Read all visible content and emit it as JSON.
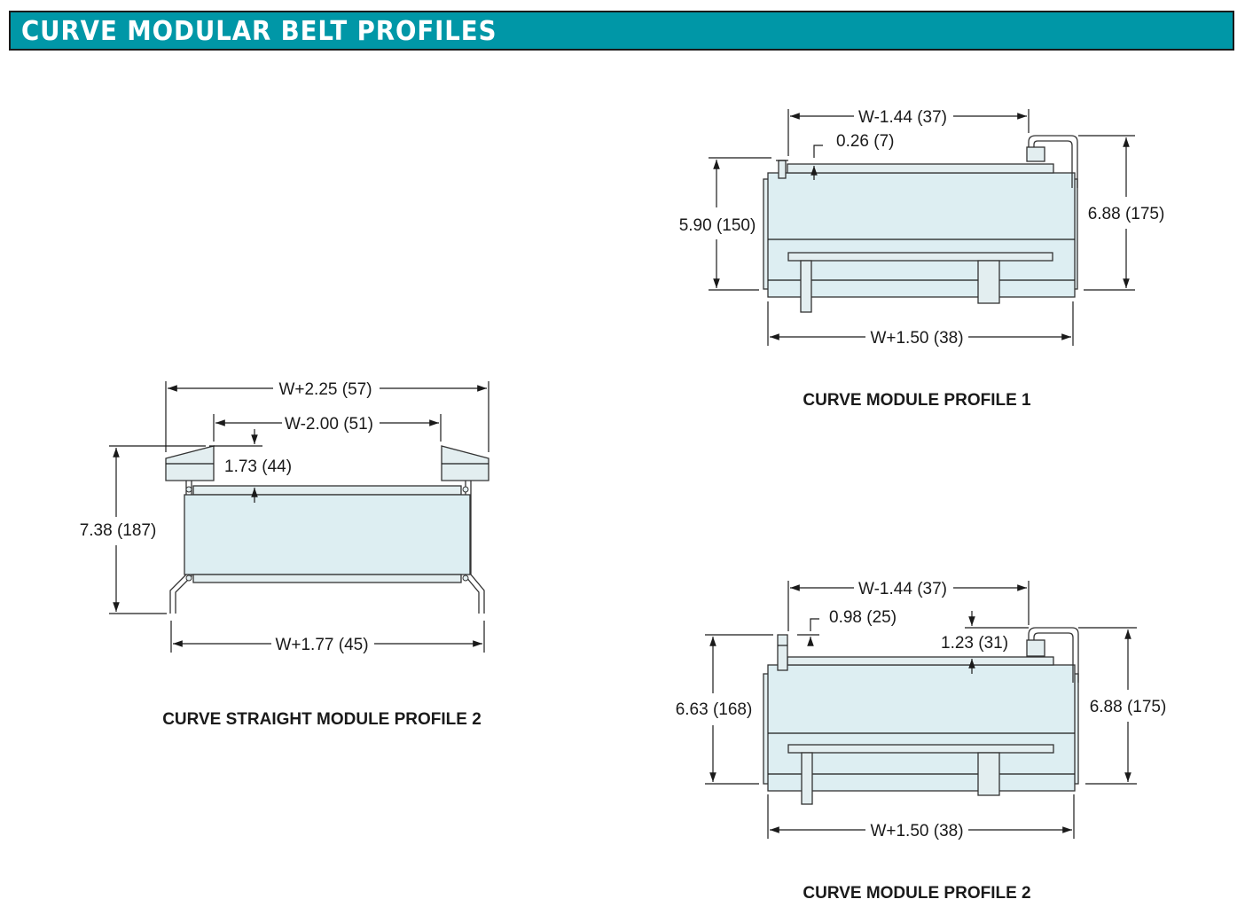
{
  "header": {
    "title": "CURVE MODULAR BELT PROFILES",
    "color": "#0097a7"
  },
  "profile1": {
    "caption": "CURVE MODULE PROFILE 1",
    "dim_top_width": "W-1.44 (37)",
    "dim_offset": "0.26 (7)",
    "dim_left_height": "5.90 (150)",
    "dim_right_height": "6.88 (175)",
    "dim_bottom_width": "W+1.50 (38)"
  },
  "profile2": {
    "caption": "CURVE MODULE PROFILE 2",
    "dim_top_width": "W-1.44 (37)",
    "dim_offset_left": "0.98 (25)",
    "dim_offset_right": "1.23 (31)",
    "dim_left_height": "6.63 (168)",
    "dim_right_height": "6.88 (175)",
    "dim_bottom_width": "W+1.50 (38)"
  },
  "straight": {
    "caption": "CURVE STRAIGHT MODULE PROFILE 2",
    "dim_outer_width": "W+2.25 (57)",
    "dim_inner_width": "W-2.00 (51)",
    "dim_offset": "1.73 (44)",
    "dim_height": "7.38 (187)",
    "dim_bottom_width": "W+1.77 (45)"
  }
}
